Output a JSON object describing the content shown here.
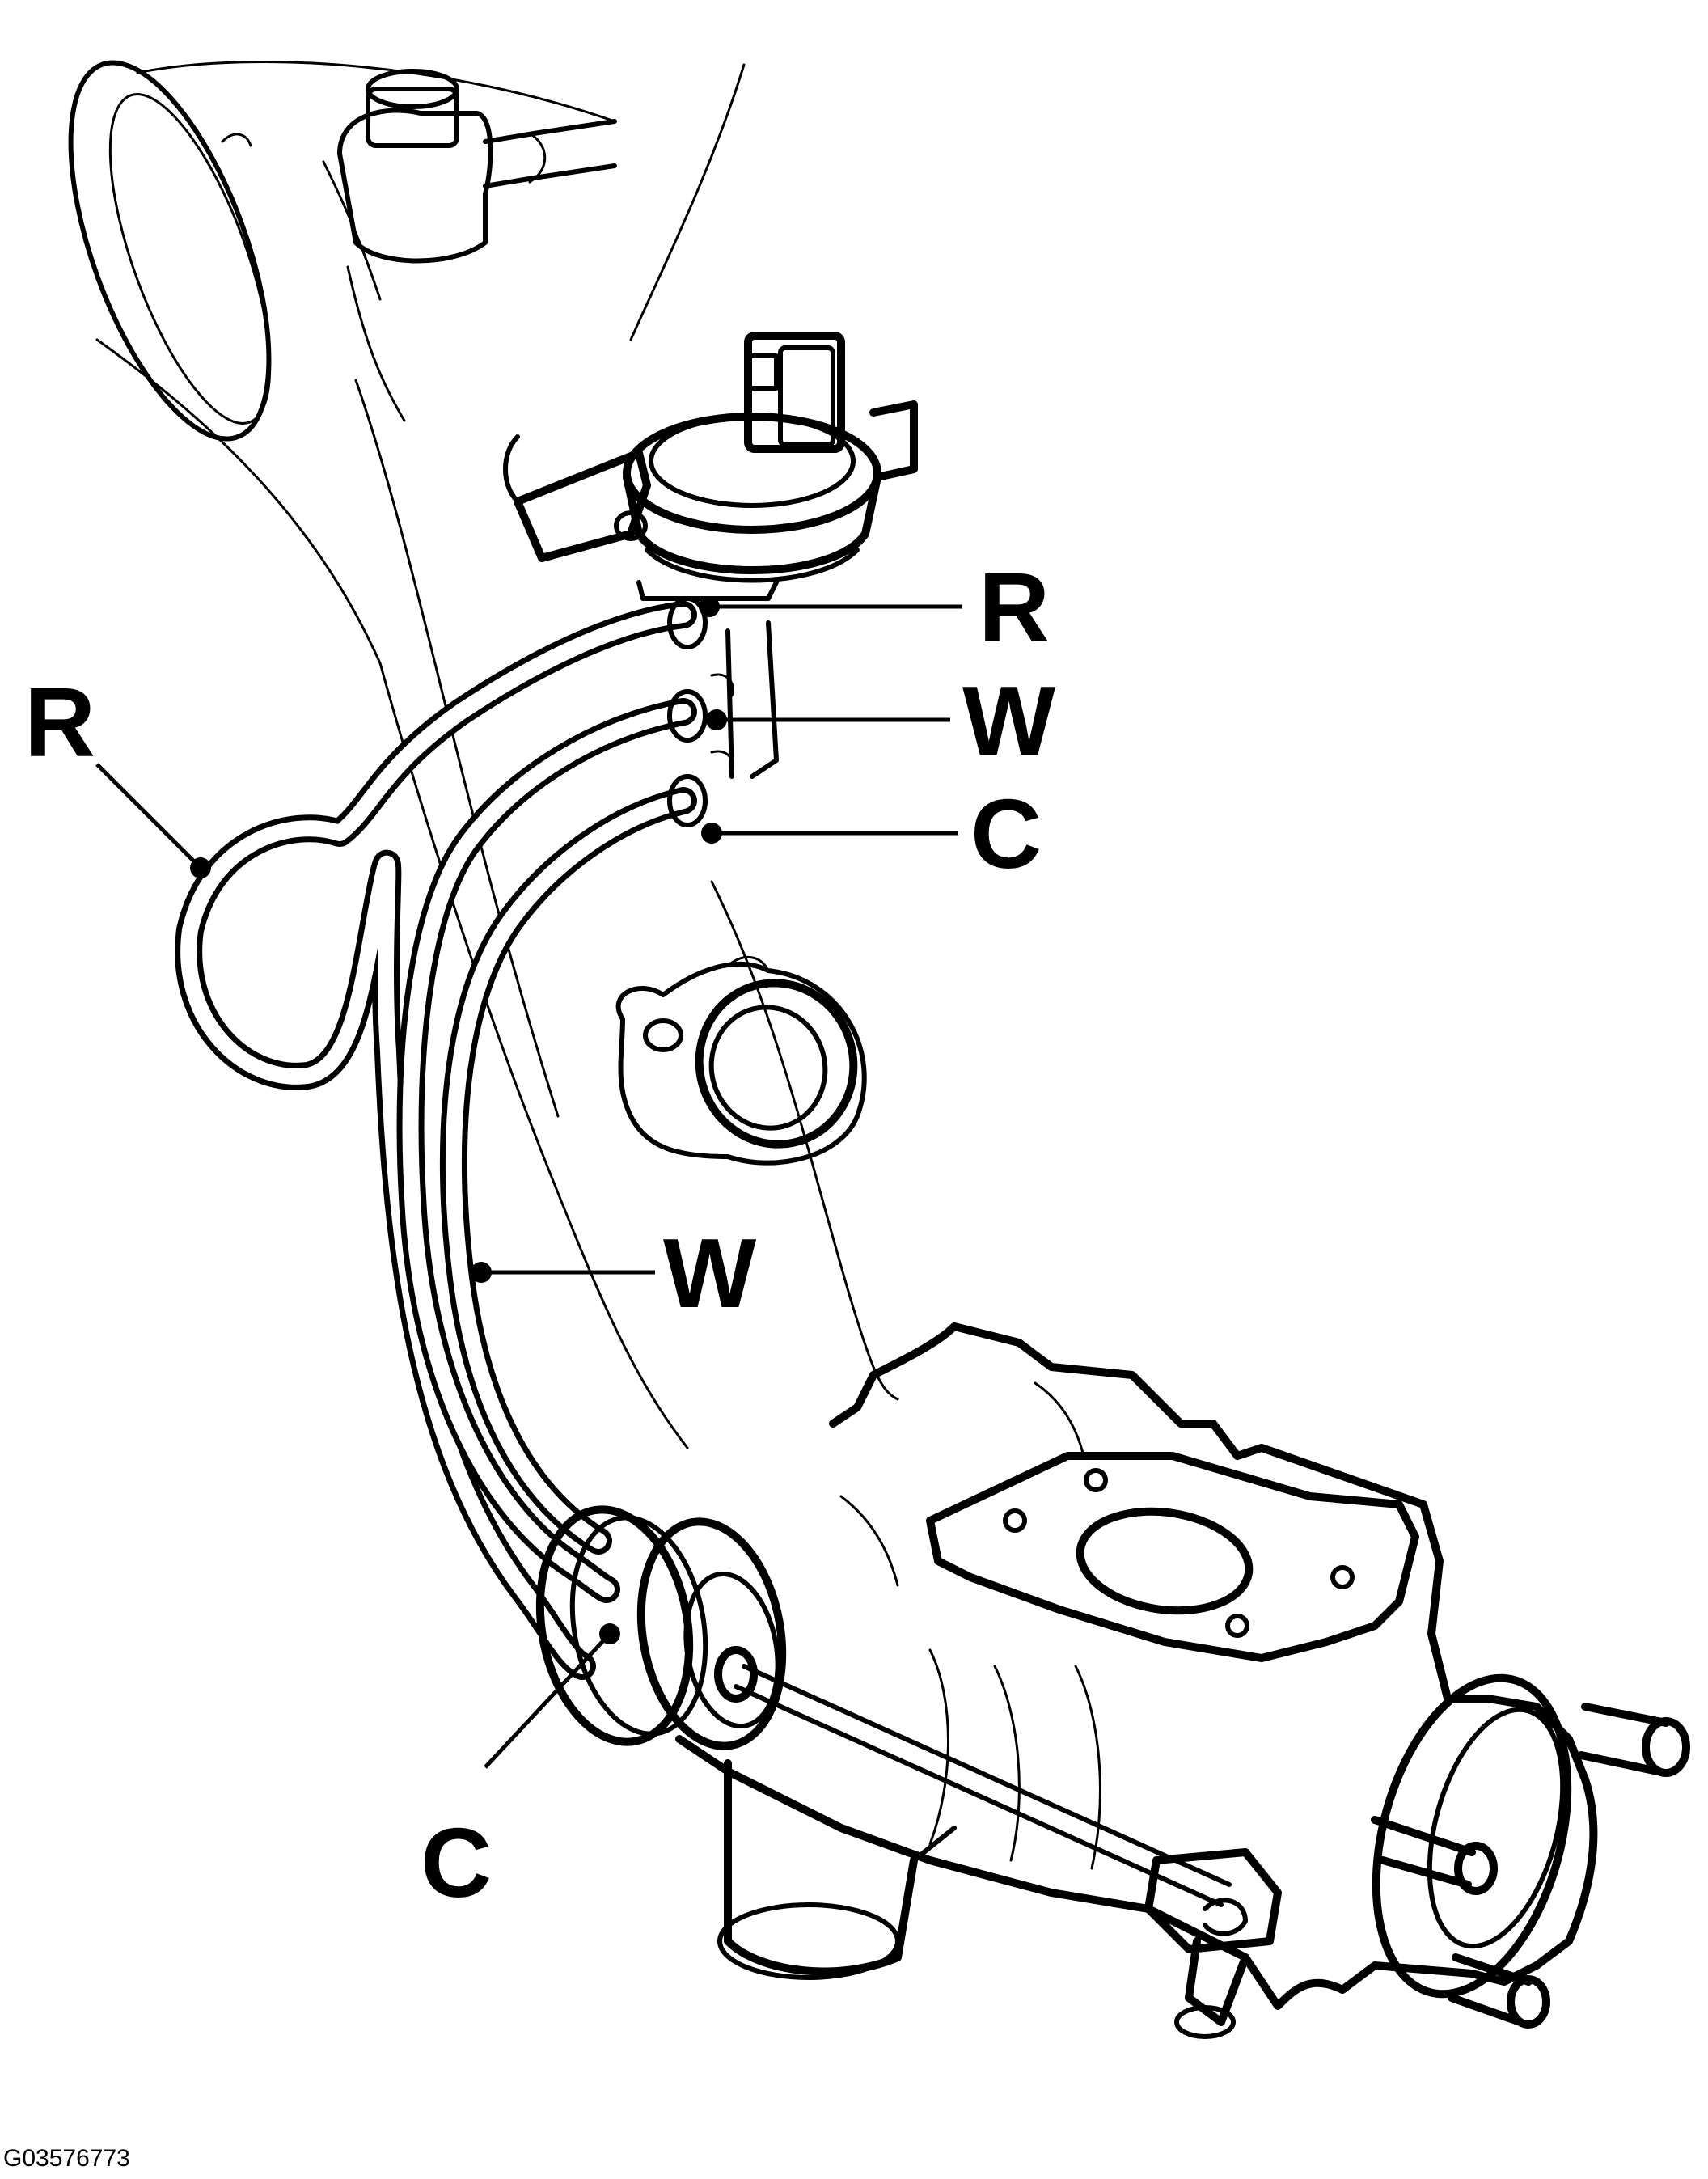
{
  "labels": {
    "R_right": "R",
    "W_right": "W",
    "C_right": "C",
    "R_left": "R",
    "W_middle": "W",
    "C_bottom": "C"
  },
  "figure_id": "G03576773"
}
